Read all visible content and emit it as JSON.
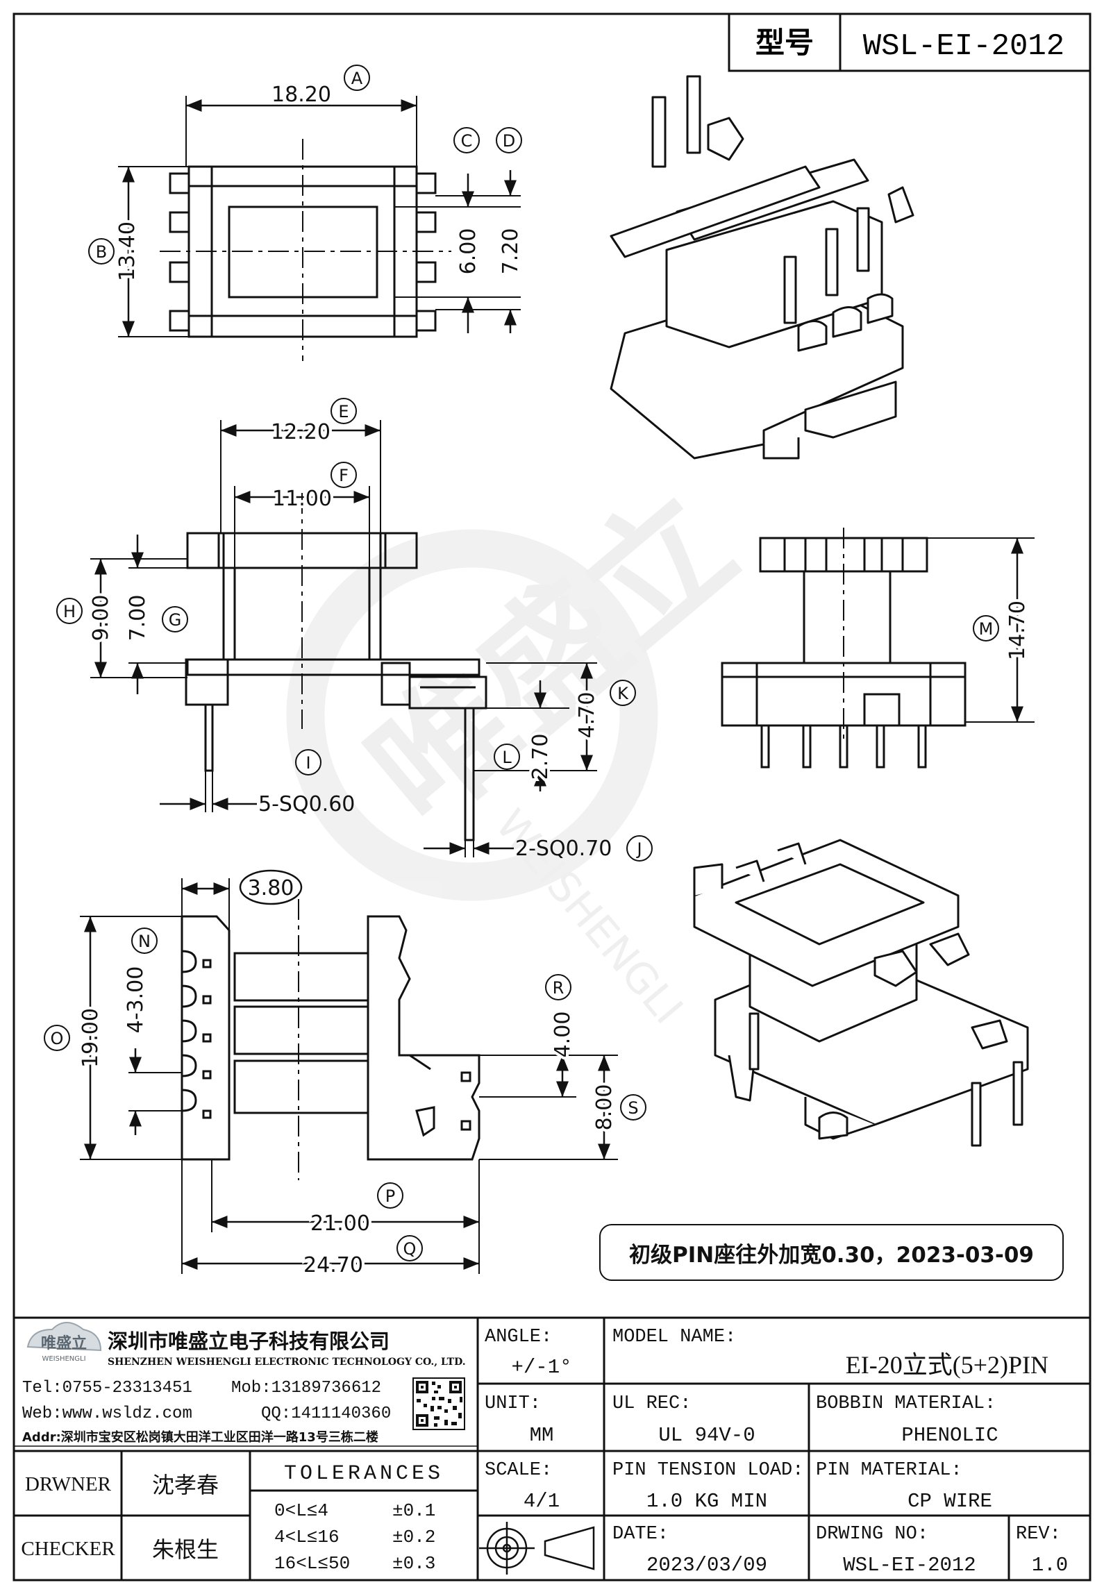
{
  "header": {
    "model_label": "型号",
    "model_code": "WSL-EI-2012"
  },
  "top_view": {
    "dim_A": "18.20",
    "dim_B": "13.40",
    "dim_C_D_inner": "6.00",
    "dim_D_outer": "7.20",
    "markers": [
      "A",
      "B",
      "C",
      "D"
    ]
  },
  "front_view": {
    "dim_E": "12.20",
    "dim_F": "11.00",
    "dim_H": "9.00",
    "dim_G": "7.00",
    "dim_K": "4.70",
    "dim_L": "2.70",
    "dim_I": "5-SQ0.60",
    "dim_J": "2-SQ0.70",
    "markers": [
      "E",
      "F",
      "G",
      "H",
      "I",
      "J",
      "K",
      "L"
    ]
  },
  "side_view": {
    "dim_M": "14.70",
    "markers": [
      "M"
    ]
  },
  "bottom_view": {
    "dim_top": "3.80",
    "dim_N": "4-3.00",
    "dim_O": "19.00",
    "dim_R": "4.00",
    "dim_S": "8.00",
    "dim_P": "21.00",
    "dim_Q": "24.70",
    "markers": [
      "N",
      "O",
      "P",
      "Q",
      "R",
      "S"
    ]
  },
  "note": "初级PIN座往外加宽0.30，2023-03-09",
  "watermark": {
    "cn": "唯盛立",
    "en": "WEISHENGLI"
  },
  "company": {
    "name_cn": "深圳市唯盛立电子科技有限公司",
    "name_en": "SHENZHEN WEISHENGLI ELECTRONIC TECHNOLOGY CO., LTD.",
    "logo_text": "唯盛立",
    "logo_sub": "WEISHENGLI",
    "tel": "Tel:0755-23313451",
    "mob": "Mob:13189736612",
    "web": "Web:www.wsldz.com",
    "qq": "QQ:1411140360",
    "addr": "Addr:深圳市宝安区松岗镇大田洋工业区田洋一路13号三栋二楼"
  },
  "title_block": {
    "angle_label": "ANGLE:",
    "angle_value": "+/-1°",
    "model_name_label": "MODEL NAME:",
    "model_name_value": "EI-20立式(5+2)PIN",
    "unit_label": "UNIT:",
    "unit_value": "MM",
    "ul_rec_label": "UL REC:",
    "ul_rec_value": "UL 94V-0",
    "bobbin_material_label": "BOBBIN MATERIAL:",
    "bobbin_material_value": "PHENOLIC",
    "scale_label": "SCALE:",
    "scale_value": "4/1",
    "pin_tension_label": "PIN TENSION LOAD:",
    "pin_tension_value": "1.0 KG MIN",
    "pin_material_label": "PIN MATERIAL:",
    "pin_material_value": "CP WIRE",
    "date_label": "DATE:",
    "date_value": "2023/03/09",
    "drawing_no_label": "DRWING NO:",
    "drawing_no_value": "WSL-EI-2012",
    "rev_label": "REV:",
    "rev_value": "1.0",
    "drawer_label": "DRWNER",
    "drawer_value": "沈孝春",
    "checker_label": "CHECKER",
    "checker_value": "朱根生",
    "tolerances_label": "TOLERANCES",
    "tolerances": [
      {
        "range": "0<L≤4",
        "value": "±0.1"
      },
      {
        "range": "4<L≤16",
        "value": "±0.2"
      },
      {
        "range": "16<L≤50",
        "value": "±0.3"
      }
    ]
  }
}
